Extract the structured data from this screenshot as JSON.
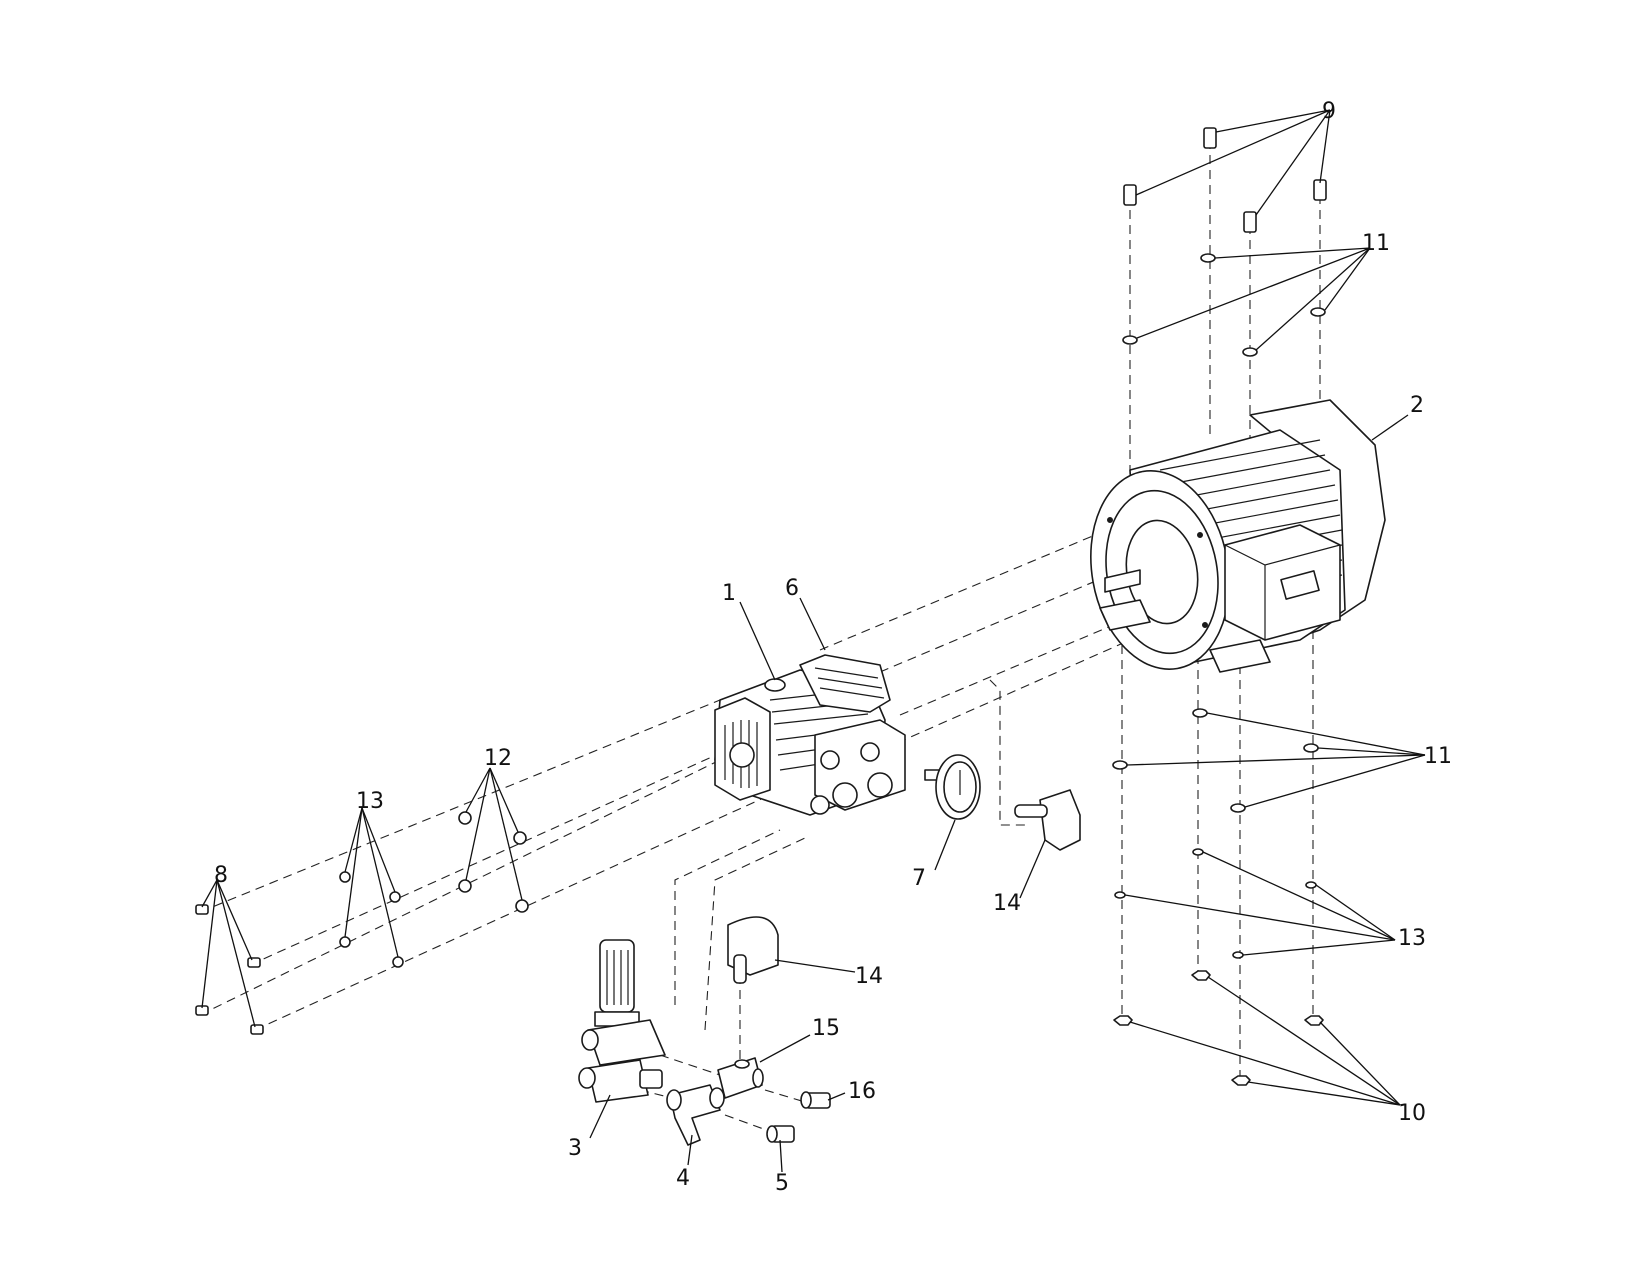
{
  "callouts": [
    {
      "id": "c1",
      "label": "1"
    },
    {
      "id": "c2",
      "label": "2"
    },
    {
      "id": "c3",
      "label": "3"
    },
    {
      "id": "c4",
      "label": "4"
    },
    {
      "id": "c5",
      "label": "5"
    },
    {
      "id": "c6",
      "label": "6"
    },
    {
      "id": "c7",
      "label": "7"
    },
    {
      "id": "c8",
      "label": "8"
    },
    {
      "id": "c9",
      "label": "9"
    },
    {
      "id": "c10",
      "label": "10"
    },
    {
      "id": "c11a",
      "label": "11"
    },
    {
      "id": "c11b",
      "label": "11"
    },
    {
      "id": "c12",
      "label": "12"
    },
    {
      "id": "c13a",
      "label": "13"
    },
    {
      "id": "c13b",
      "label": "13"
    },
    {
      "id": "c14a",
      "label": "14"
    },
    {
      "id": "c14b",
      "label": "14"
    },
    {
      "id": "c15",
      "label": "15"
    },
    {
      "id": "c16",
      "label": "16"
    }
  ]
}
